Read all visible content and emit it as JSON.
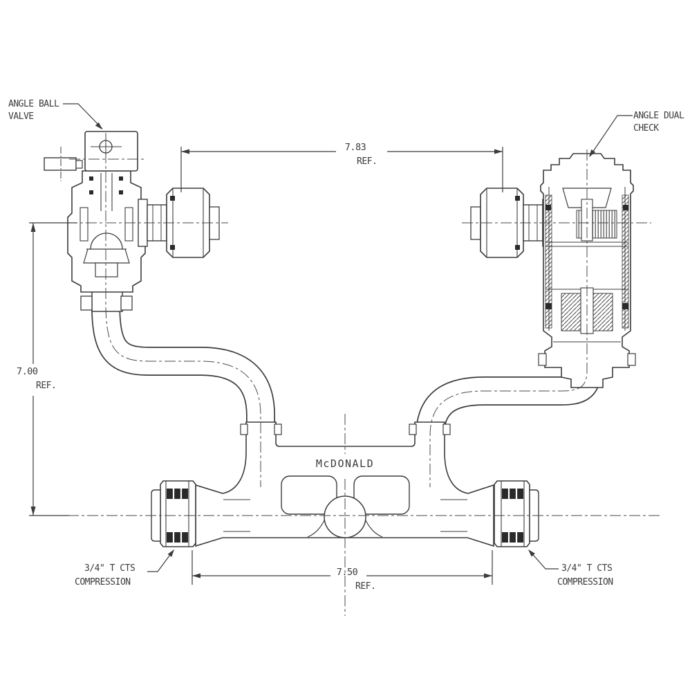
{
  "page": {
    "background": "#ffffff",
    "line_color": "#3b3b3b"
  },
  "diagram": {
    "brand": "McDONALD",
    "callouts": {
      "angle_ball_valve": {
        "line1": "ANGLE BALL",
        "line2": "VALVE"
      },
      "angle_dual_check": {
        "line1": "ANGLE DUAL",
        "line2": "CHECK"
      },
      "left_connection": {
        "line1": "3/4\" T CTS",
        "line2": "COMPRESSION"
      },
      "right_connection": {
        "line1": "3/4\" T CTS",
        "line2": "COMPRESSION"
      }
    },
    "dimensions": {
      "top_width": {
        "value": "7.83",
        "suffix": "REF."
      },
      "left_height": {
        "value": "7.00",
        "suffix": "REF."
      },
      "bottom_width": {
        "value": "7.50",
        "suffix": "REF."
      }
    }
  }
}
